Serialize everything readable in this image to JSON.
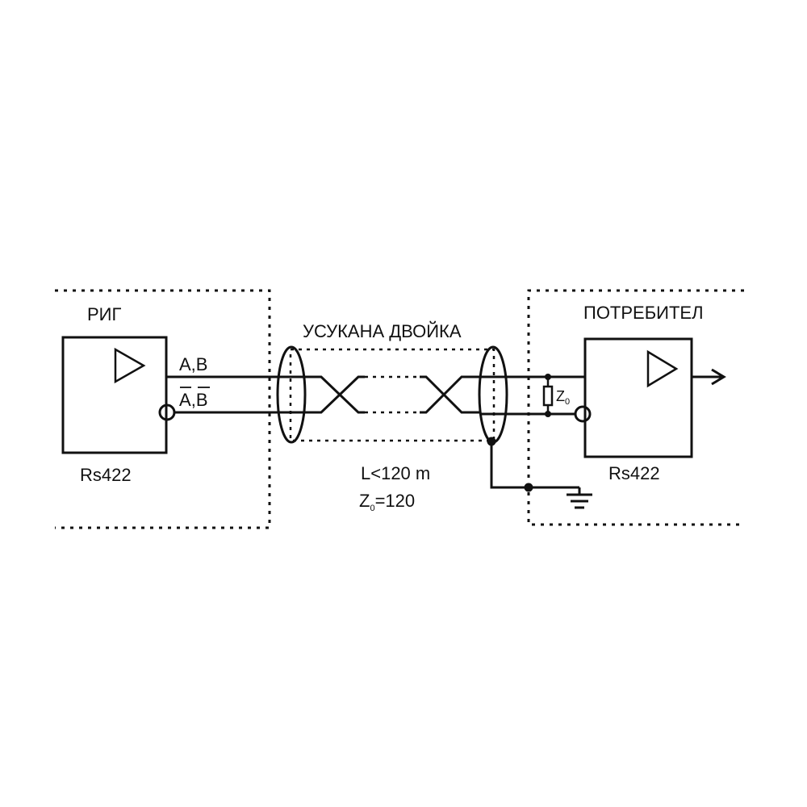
{
  "source": {
    "title": "РИГ",
    "chip": "Rs422",
    "signal_ab": "A,B",
    "signal_ab_inv_a": "A",
    "signal_ab_inv_sep": ",",
    "signal_ab_inv_b": "B"
  },
  "cable": {
    "title": "УСУКАНА ДВОЙКА",
    "length": "L<120 m",
    "impedance_letter": "Z",
    "impedance_sub": "0",
    "impedance_value": "=120"
  },
  "load": {
    "title": "ПОТРЕБИТЕЛ",
    "chip": "Rs422",
    "terminator_letter": "Z",
    "terminator_sub": "0"
  },
  "colors": {
    "ink": "#111111",
    "background": "#ffffff"
  }
}
